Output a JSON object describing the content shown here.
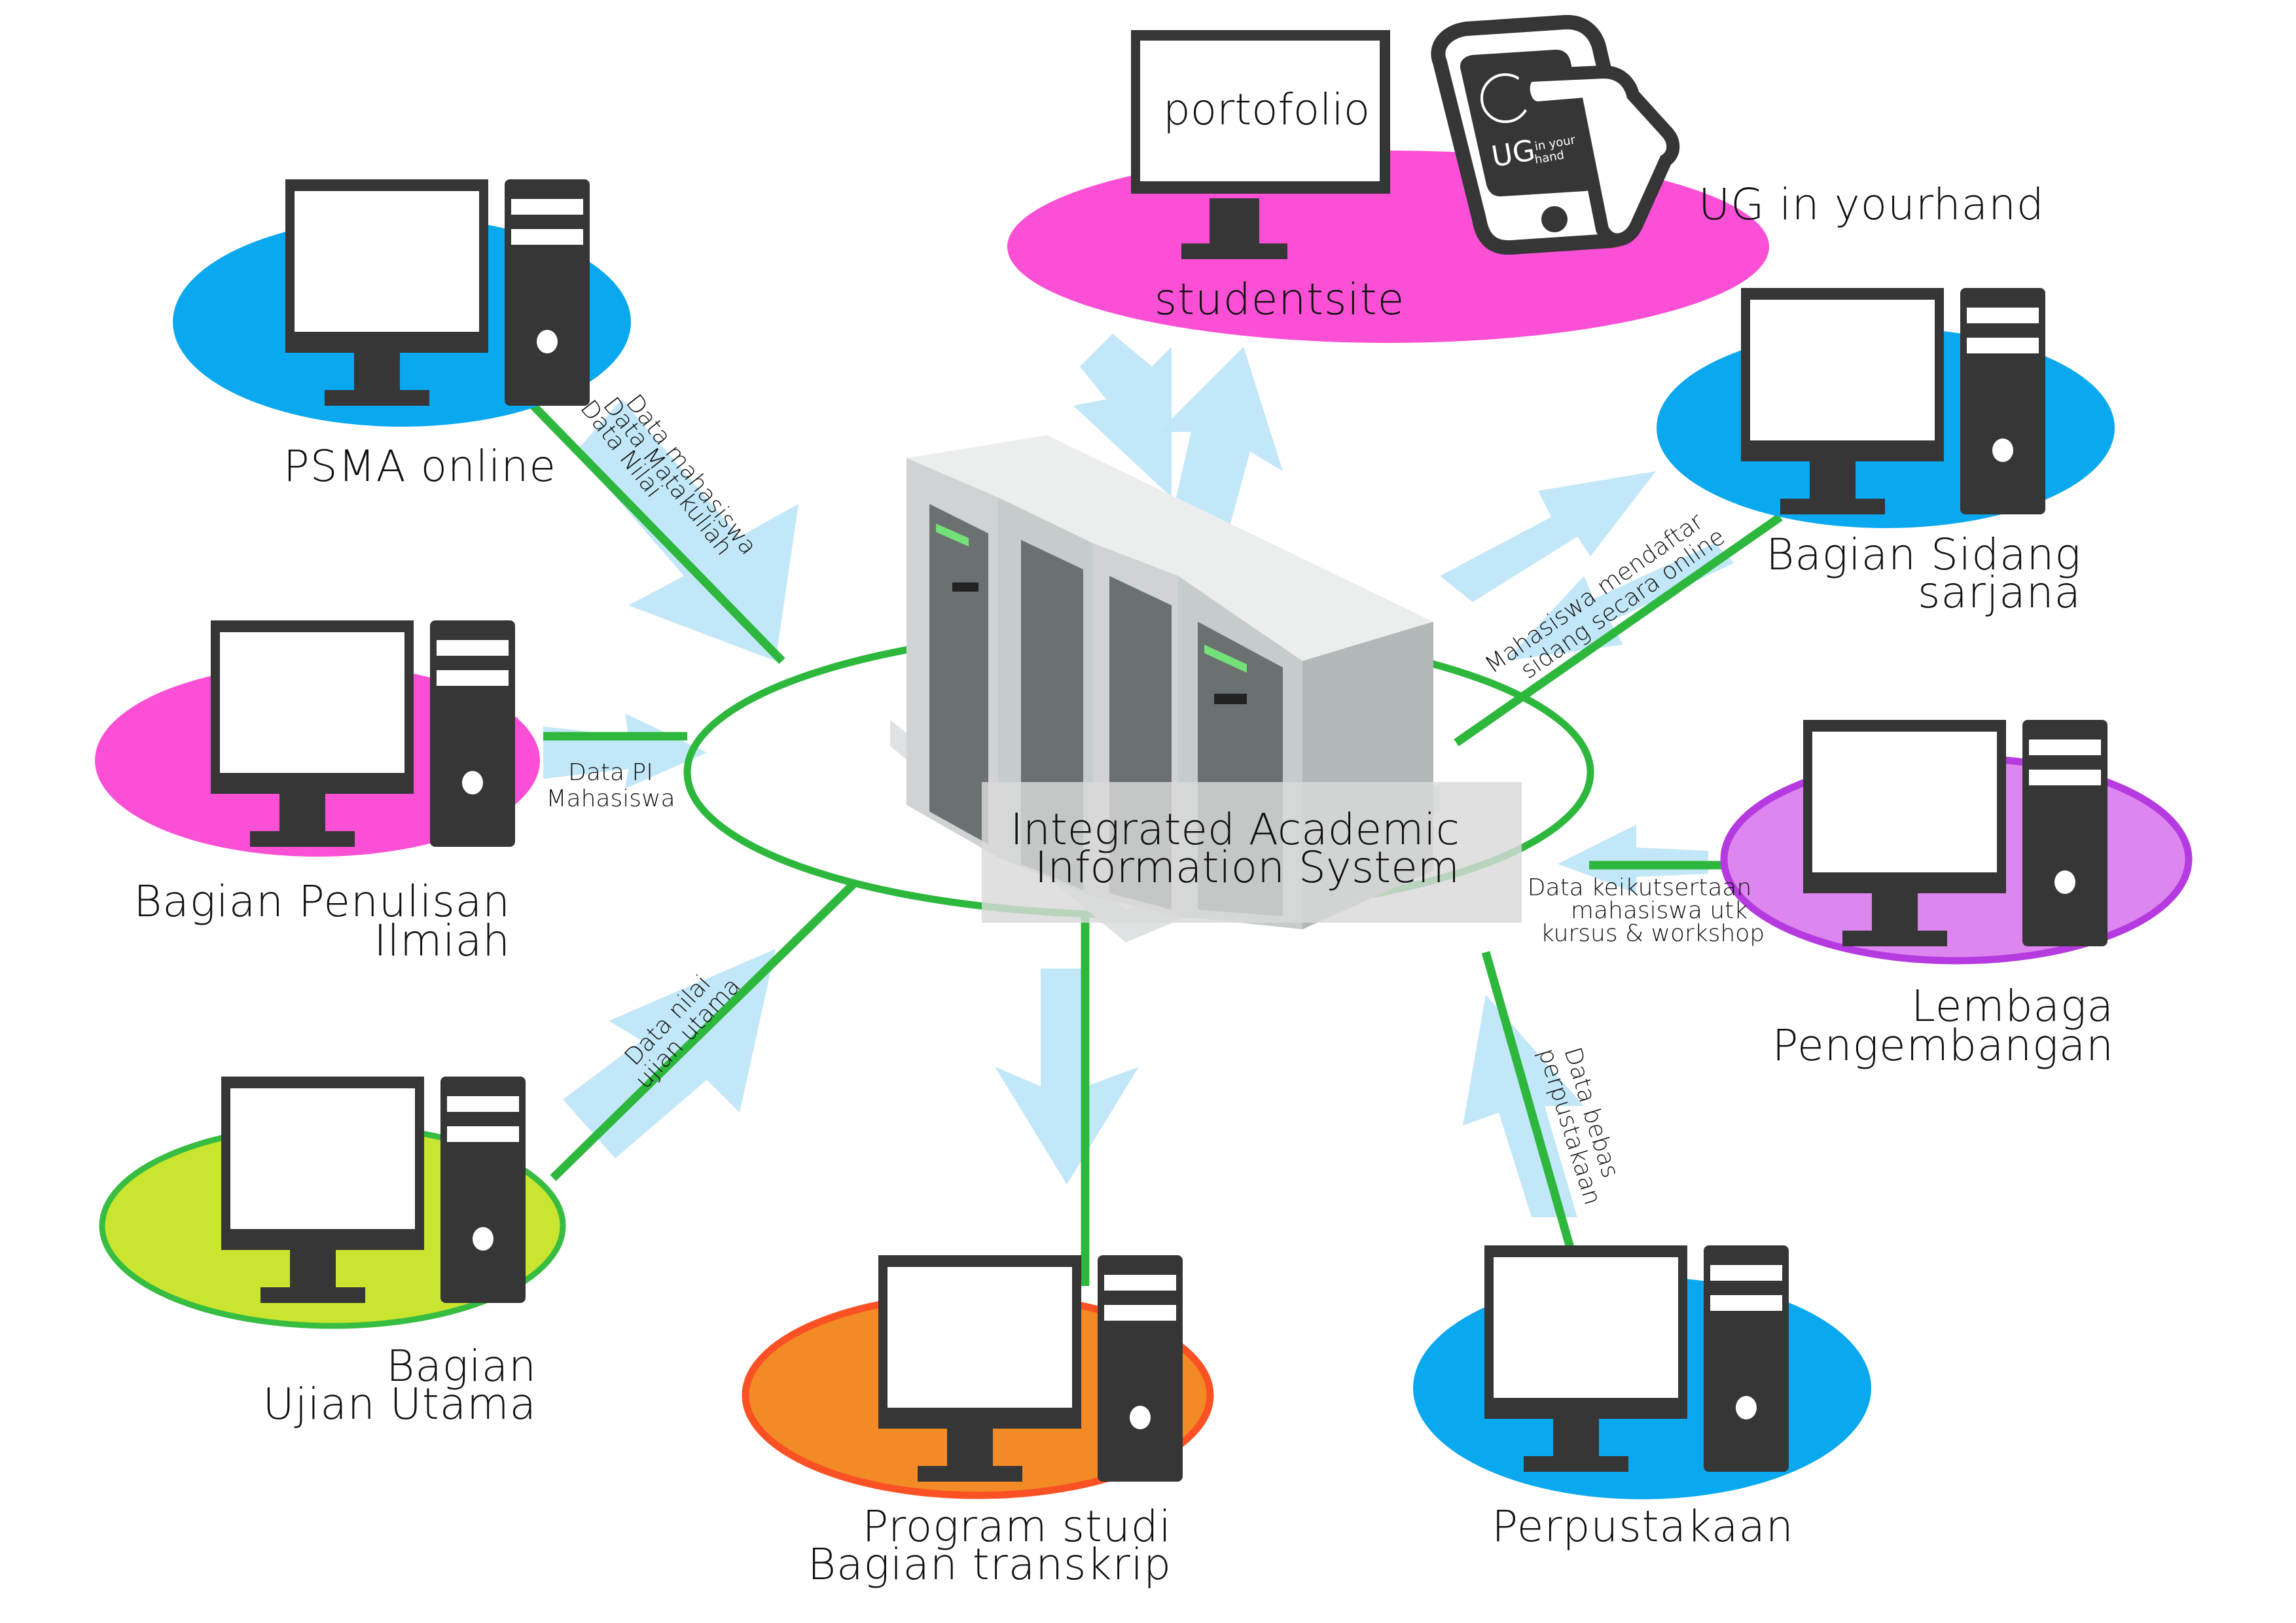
{
  "diagram": {
    "center": {
      "title_line1": "Integrated Academic",
      "title_line2": "Information System",
      "icon": "server-rack-icon"
    },
    "nodes": [
      {
        "id": "psma",
        "label_lines": [
          "PSMA online"
        ],
        "fill": "#0aa8ee",
        "stroke": "#0aa8ee",
        "icon": "desktop-computer-icon"
      },
      {
        "id": "penulisan",
        "label_lines": [
          "Bagian Penulisan",
          "Ilmiah"
        ],
        "fill": "#fb4fd6",
        "stroke": "#fb4fd6",
        "icon": "desktop-computer-icon"
      },
      {
        "id": "ujian",
        "label_lines": [
          "Bagian",
          "Ujian Utama"
        ],
        "fill": "#c9e52f",
        "stroke": "#37bd41",
        "icon": "desktop-computer-icon"
      },
      {
        "id": "prodi",
        "label_lines": [
          "Program studi",
          "Bagian transkrip"
        ],
        "fill": "#f28b25",
        "stroke": "#fb5124",
        "icon": "desktop-computer-icon"
      },
      {
        "id": "perpus",
        "label_lines": [
          "Perpustakaan"
        ],
        "fill": "#0aa8ee",
        "stroke": "#0aa8ee",
        "icon": "desktop-computer-icon"
      },
      {
        "id": "lembaga",
        "label_lines": [
          "Lembaga",
          "Pengembangan"
        ],
        "fill": "#dd86ef",
        "stroke": "#b53ae0",
        "icon": "desktop-computer-icon"
      },
      {
        "id": "sidang",
        "label_lines": [
          "Bagian Sidang",
          "sarjana"
        ],
        "fill": "#0aa8ee",
        "stroke": "#0aa8ee",
        "icon": "desktop-computer-icon"
      },
      {
        "id": "studentsite",
        "label_lines": [
          "studentsite"
        ],
        "fill": "#fb4fd6",
        "stroke": "#fb4fd6",
        "icon": "monitor-icon",
        "screen_text": "portofolio"
      }
    ],
    "mobile_app": {
      "label": "UG in yourhand",
      "screen_text_main": "UG",
      "screen_text_small_1": "in your",
      "screen_text_small_2": "hand",
      "icon": "phone-in-hand-icon"
    },
    "edges": [
      {
        "to": "psma",
        "label_lines": [
          "Data mahasiswa",
          "Data Matakuliah",
          "Data Nilai"
        ],
        "direction": "to-center"
      },
      {
        "to": "penulisan",
        "label_lines": [
          "Data PI",
          "Mahasiswa"
        ],
        "direction": "to-center"
      },
      {
        "to": "ujian",
        "label_lines": [
          "Data nilai",
          "ujian utama"
        ],
        "direction": "to-center"
      },
      {
        "to": "prodi",
        "label_lines": [],
        "direction": "from-center"
      },
      {
        "to": "perpus",
        "label_lines": [
          "Data bebas",
          "perpustakaan"
        ],
        "direction": "to-center"
      },
      {
        "to": "lembaga",
        "label_lines": [
          "Data keikutsertaan",
          "mahasiswa utk",
          "kursus & workshop"
        ],
        "direction": "to-center"
      },
      {
        "to": "sidang",
        "label_lines": [
          "Mahasiswa mendaftar",
          "sidang secara online"
        ],
        "direction": "bidirectional"
      },
      {
        "to": "studentsite",
        "label_lines": [],
        "direction": "bidirectional"
      }
    ],
    "colors": {
      "link": "#2db83d",
      "arrow": "#bfe6f8",
      "computer": "#363636",
      "center_label_bg": "#d9d9d9"
    }
  }
}
